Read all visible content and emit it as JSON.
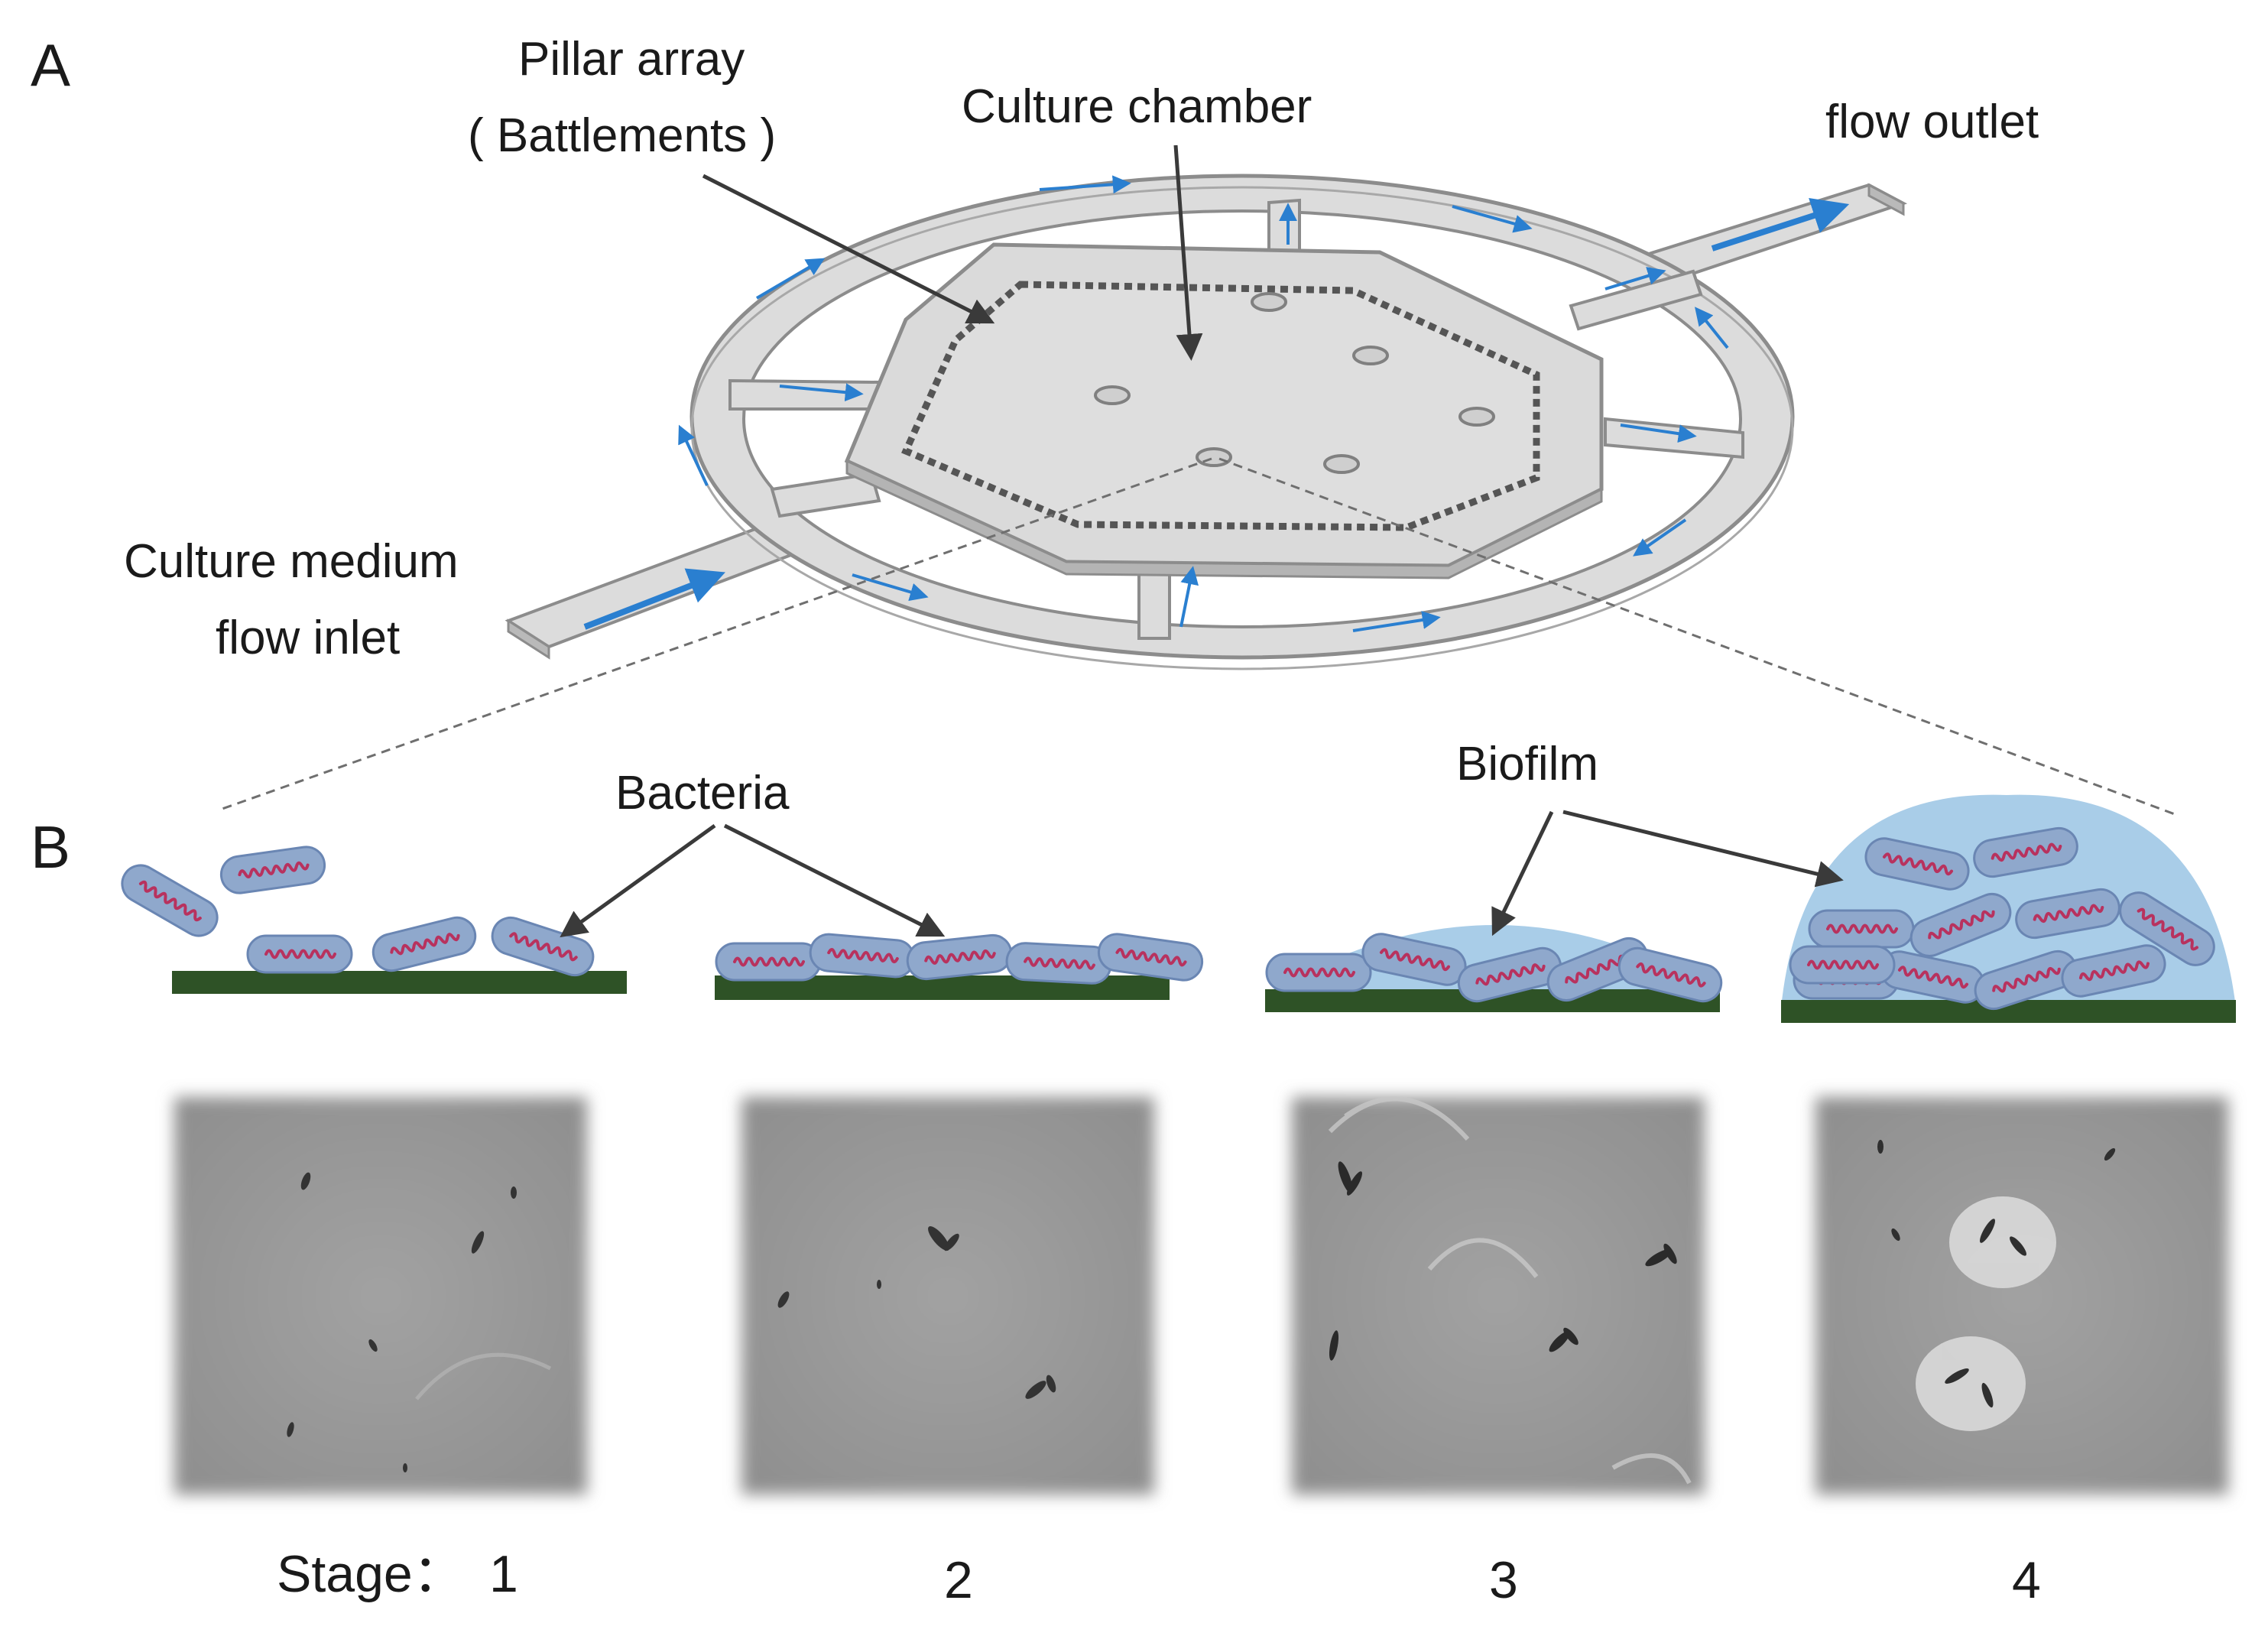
{
  "panels": {
    "a": "A",
    "b": "B"
  },
  "device": {
    "pillar_array_line1": "Pillar array",
    "pillar_array_line2": "( Battlements )",
    "culture_chamber": "Culture chamber",
    "flow_outlet": "flow outlet",
    "inlet_line1": "Culture medium",
    "inlet_line2": "flow inlet"
  },
  "schematic": {
    "bacteria": "Bacteria",
    "biofilm": "Biofilm"
  },
  "stages": {
    "prefix": "Stage：",
    "labels": [
      "1",
      "2",
      "3",
      "4"
    ]
  },
  "colors": {
    "channel": "#dcdcdc",
    "channel_stroke": "#8c8c8c",
    "flow_arrow": "#2a7fd0",
    "cell_fill": "#8fa8cc",
    "cell_stroke": "#6a86b3",
    "cell_core": "#b8325e",
    "substrate": "#2e5226",
    "biofilm": "#a9cde8",
    "micrograph": "#9a9a9a"
  }
}
